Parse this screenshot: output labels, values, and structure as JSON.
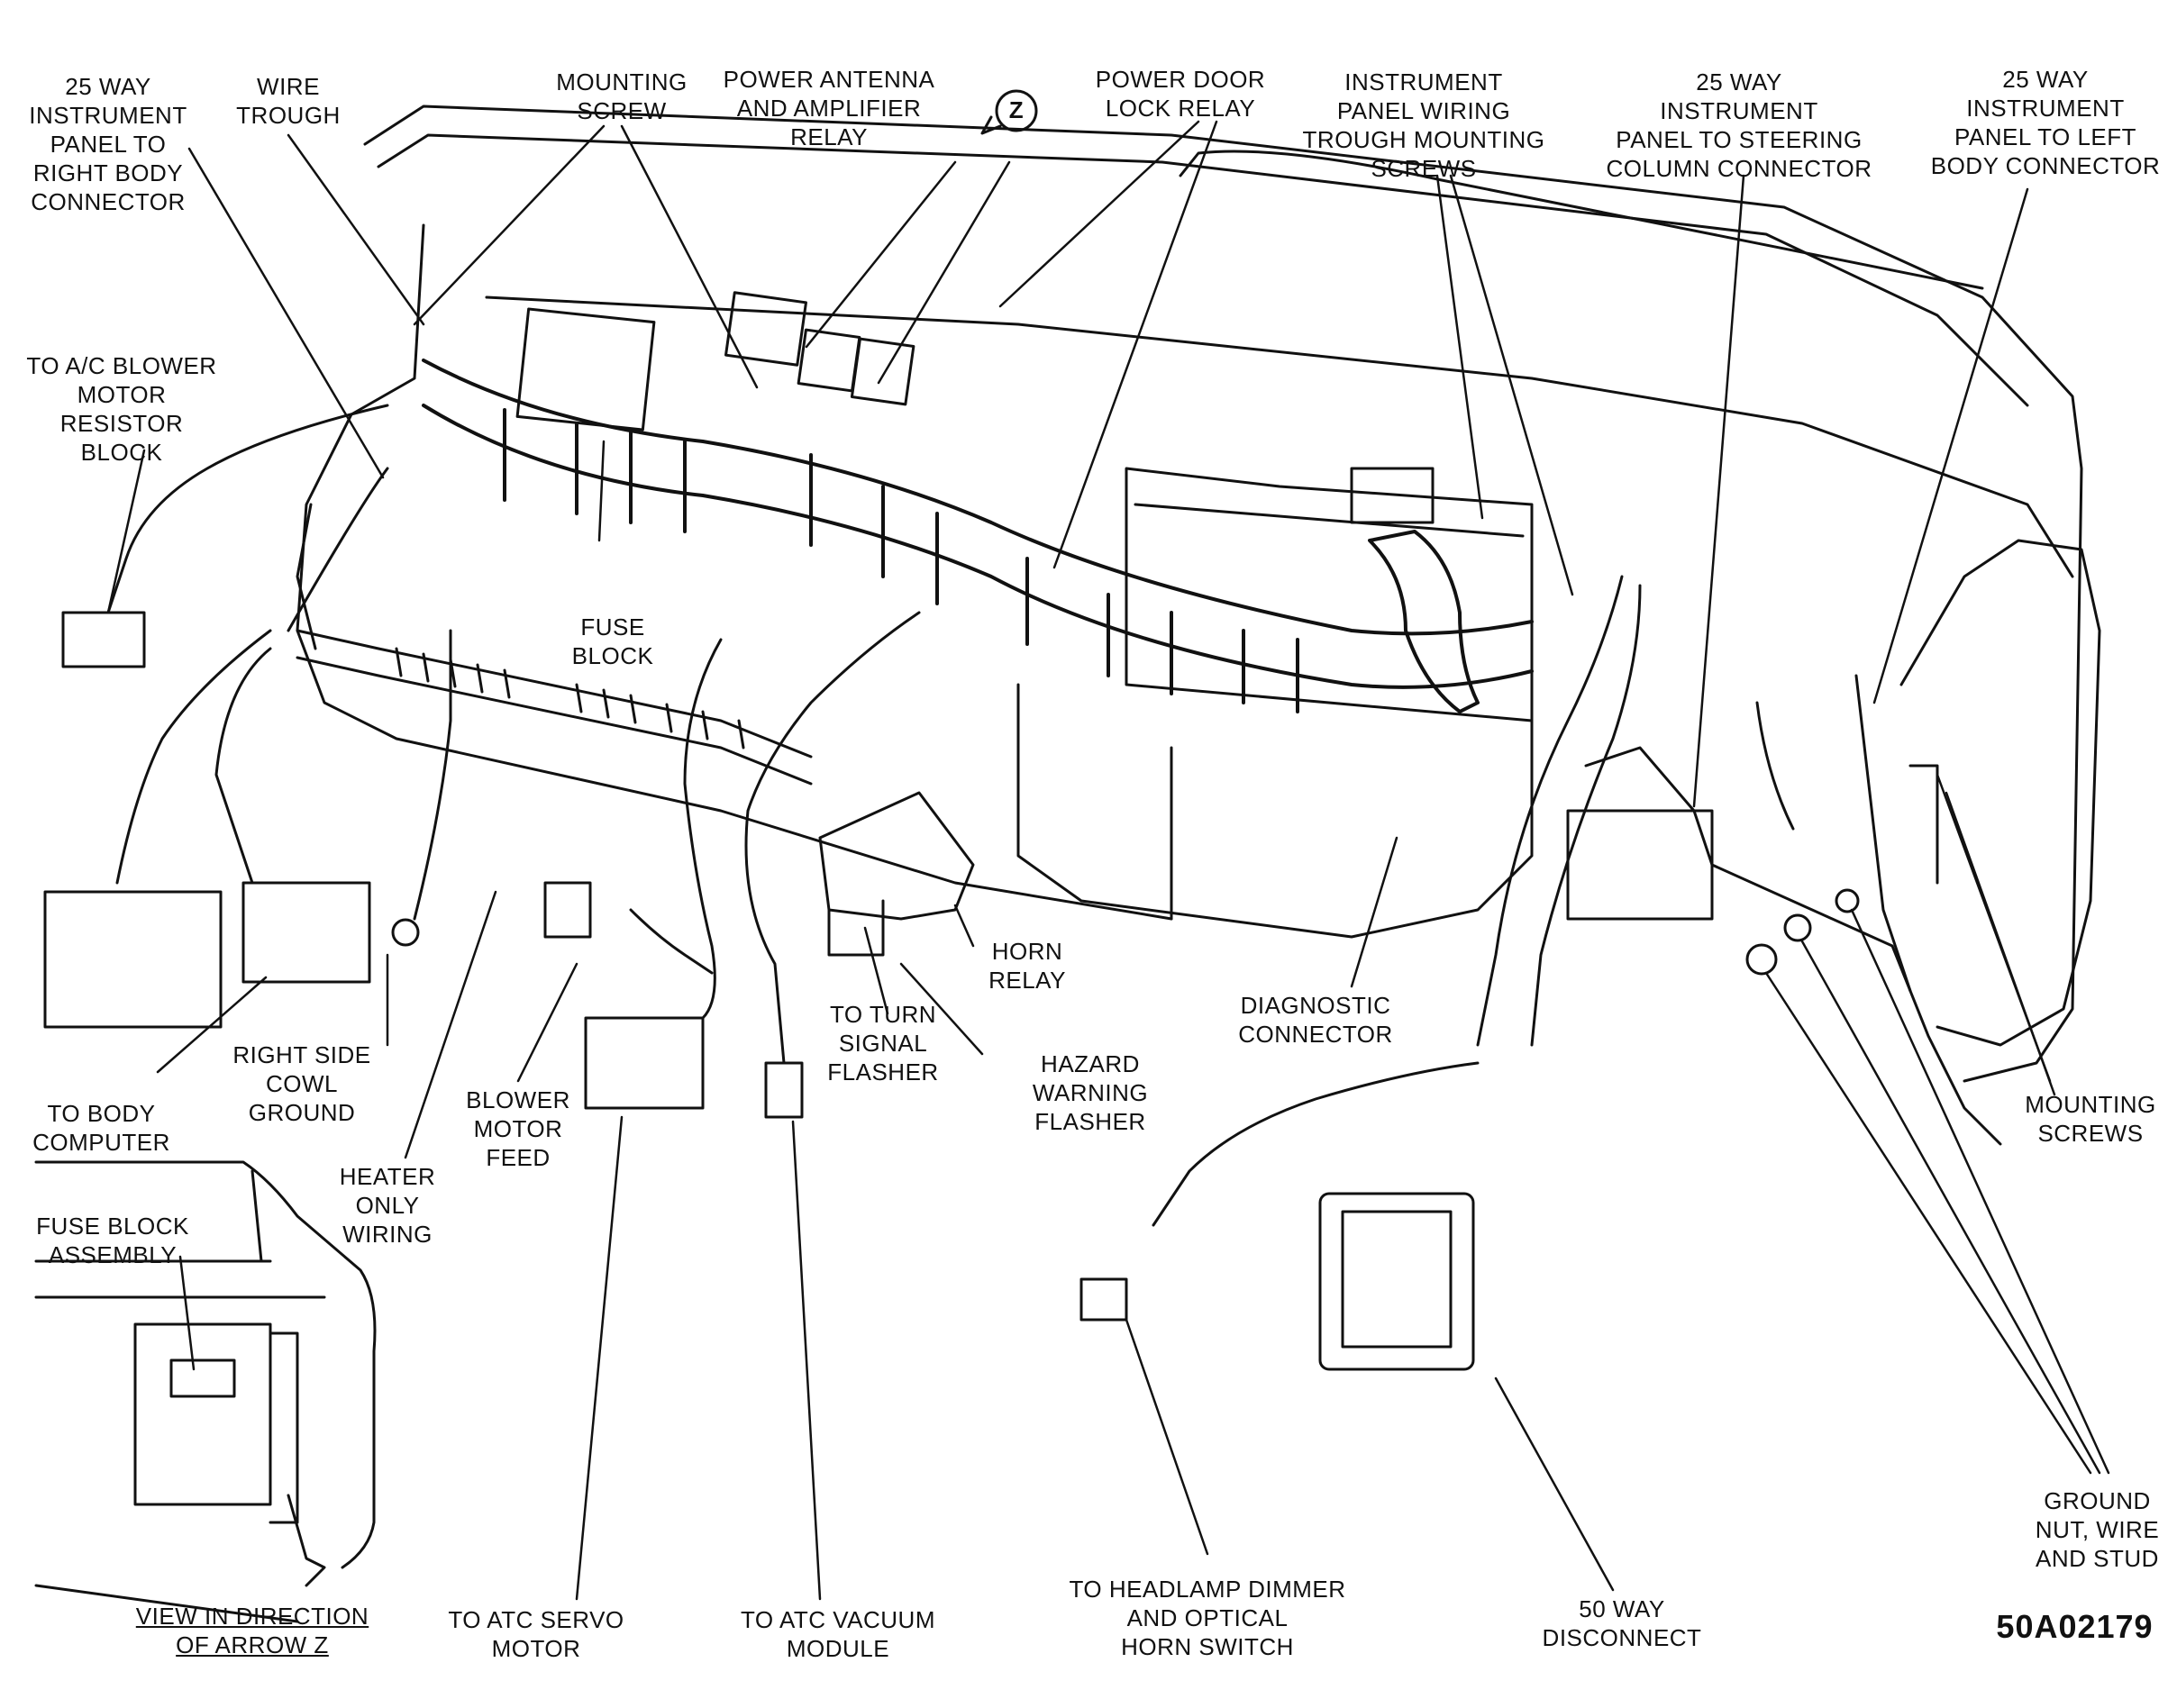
{
  "diagram_code": "50A02179",
  "arrow_z_symbol": "Z",
  "labels": {
    "right_body_connector": "25 WAY\nINSTRUMENT\nPANEL TO\nRIGHT BODY\nCONNECTOR",
    "wire_trough": "WIRE\nTROUGH",
    "mounting_screw": "MOUNTING\nSCREW",
    "power_antenna": "POWER ANTENNA\nAND AMPLIFIER\nRELAY",
    "power_door_lock": "POWER DOOR\nLOCK RELAY",
    "ip_wiring_trough": "INSTRUMENT\nPANEL WIRING\nTROUGH MOUNTING\nSCREWS",
    "steering_column": "25 WAY\nINSTRUMENT\nPANEL TO STEERING\nCOLUMN CONNECTOR",
    "left_body_connector": "25 WAY\nINSTRUMENT\nPANEL TO LEFT\nBODY CONNECTOR",
    "ac_blower": "TO A/C BLOWER\nMOTOR RESISTOR\nBLOCK",
    "fuse_block": "FUSE\nBLOCK",
    "horn_relay": "HORN\nRELAY",
    "turn_signal": "TO TURN\nSIGNAL\nFLASHER",
    "hazard": "HAZARD\nWARNING\nFLASHER",
    "diagnostic": "DIAGNOSTIC\nCONNECTOR",
    "mounting_screws": "MOUNTING\nSCREWS",
    "right_cowl_ground": "RIGHT SIDE\nCOWL\nGROUND",
    "body_computer": "TO BODY\nCOMPUTER",
    "heater_only": "HEATER\nONLY\nWIRING",
    "blower_feed": "BLOWER\nMOTOR\nFEED",
    "fuse_block_assembly": "FUSE BLOCK\nASSEMBLY",
    "view_arrow_z": "VIEW IN DIRECTION\nOF ARROW Z",
    "atc_servo": "TO ATC SERVO\nMOTOR",
    "atc_vacuum": "TO ATC VACUUM\nMODULE",
    "headlamp_dimmer": "TO HEADLAMP DIMMER\nAND OPTICAL\nHORN SWITCH",
    "way50": "50 WAY\nDISCONNECT",
    "ground_nut": "GROUND\nNUT, WIRE\nAND STUD"
  }
}
